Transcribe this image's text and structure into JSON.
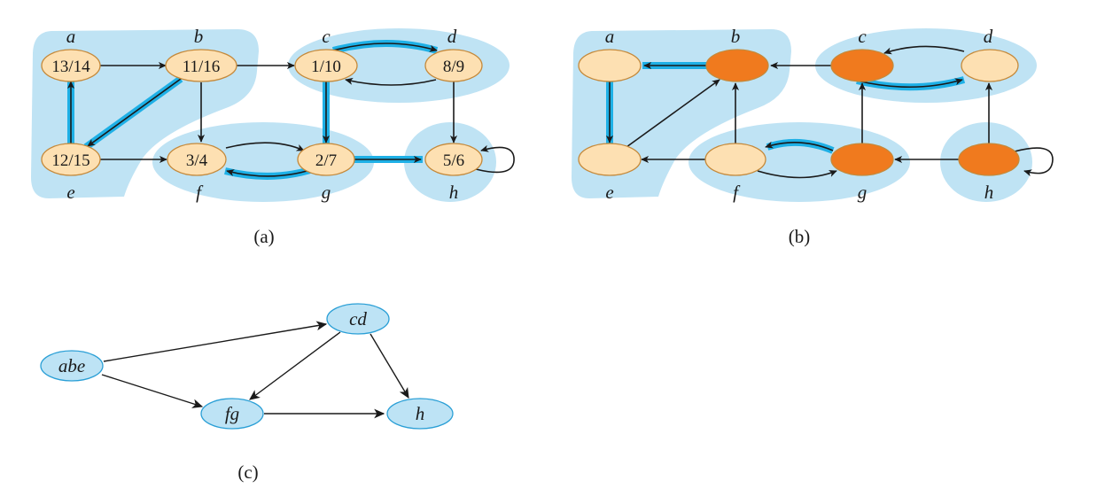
{
  "colors": {
    "region": "#bfe3f4",
    "node_light": "#fde0b2",
    "node_orange": "#f07a1e",
    "node_stroke": "#c5893a",
    "tree_edge": "#1eb0e6",
    "edge": "#1a1a1a",
    "component_node": "#bde3f5"
  },
  "panel_a": {
    "caption": "(a)",
    "vertex_labels": {
      "a": "a",
      "b": "b",
      "c": "c",
      "d": "d",
      "e": "e",
      "f": "f",
      "g": "g",
      "h": "h"
    },
    "times": {
      "a": "13/14",
      "b": "11/16",
      "c": "1/10",
      "d": "8/9",
      "e": "12/15",
      "f": "3/4",
      "g": "2/7",
      "h": "5/6"
    }
  },
  "panel_b": {
    "caption": "(b)",
    "vertex_labels": {
      "a": "a",
      "b": "b",
      "c": "c",
      "d": "d",
      "e": "e",
      "f": "f",
      "g": "g",
      "h": "h"
    },
    "roots": [
      "b",
      "c",
      "g",
      "h"
    ]
  },
  "panel_c": {
    "caption": "(c)",
    "nodes": {
      "abe": "abe",
      "cd": "cd",
      "fg": "fg",
      "h": "h"
    },
    "edges": [
      [
        "abe",
        "cd"
      ],
      [
        "abe",
        "fg"
      ],
      [
        "cd",
        "fg"
      ],
      [
        "cd",
        "h"
      ],
      [
        "fg",
        "h"
      ]
    ]
  }
}
